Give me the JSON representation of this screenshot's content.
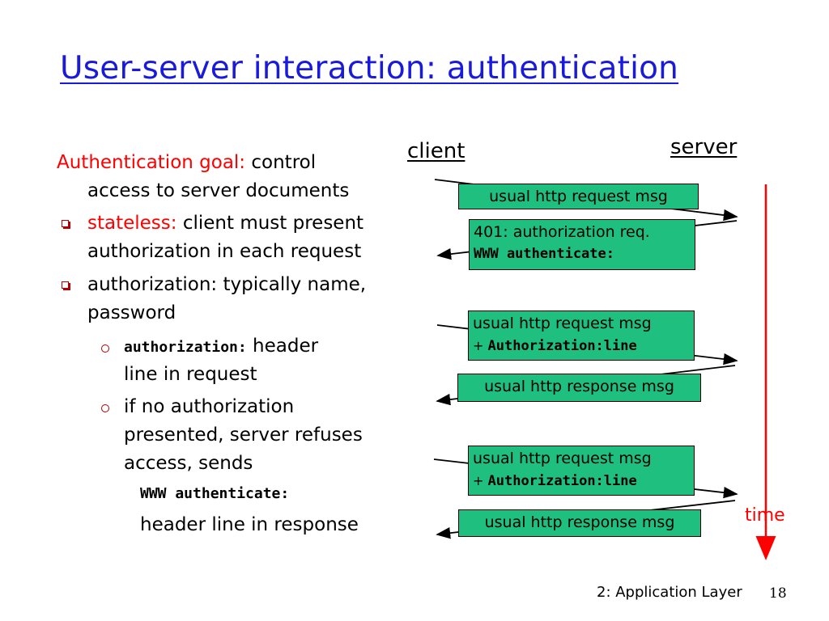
{
  "title": "User-server interaction: authentication",
  "left_text": {
    "goal_label": "Authentication goal:",
    "goal_text_1": "control",
    "goal_text_2": "access to server documents",
    "bullet1_red": "stateless:",
    "bullet1_text_1": "client must present",
    "bullet1_text_2": "authorization in each request",
    "bullet2_text_1": "authorization: typically name,",
    "bullet2_text_2": "password",
    "sub1_mono": "authorization:",
    "sub1_text_1": "header",
    "sub1_text_2": "line in request",
    "sub2_text_1": "if no authorization",
    "sub2_text_2": "presented, server refuses",
    "sub2_text_3": "access, sends",
    "www_mono": "WWW authenticate:",
    "header_resp": "header line in response"
  },
  "diagram": {
    "client_label": "client",
    "server_label": "server",
    "msg1": "usual http request msg",
    "msg2_line1": "401: authorization req.",
    "msg2_line2": "WWW authenticate:",
    "msg3_line1": "usual http request msg",
    "msg3_plus": "+",
    "msg3_line2": "Authorization:line",
    "msg4": "usual http response msg",
    "msg5_line1": "usual http request msg",
    "msg5_plus": "+",
    "msg5_line2": "Authorization:line",
    "msg6": "usual http response msg",
    "time_label": "time"
  },
  "colors": {
    "title": "#1a1adb",
    "box_fill": "#1fbf7f",
    "accent_red": "#ff0000"
  },
  "footer": {
    "section": "2: Application Layer",
    "page": "18"
  }
}
